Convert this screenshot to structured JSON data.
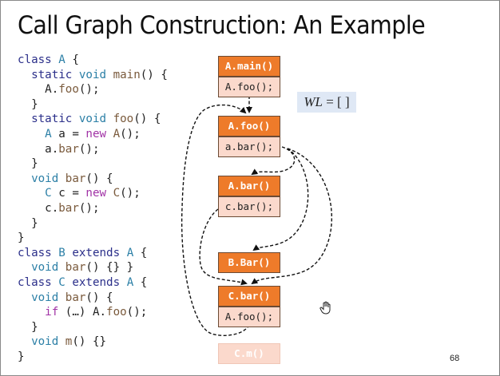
{
  "slide": {
    "title": "Call Graph Construction: An Example",
    "page_number": "68",
    "worklist_label": "WL",
    "worklist_value": "= [ ]"
  },
  "code": [
    [
      {
        "t": "class ",
        "c": "kw"
      },
      {
        "t": "A",
        "c": "ty"
      },
      {
        "t": " {",
        "c": "pl"
      }
    ],
    [
      {
        "t": "  static ",
        "c": "kw"
      },
      {
        "t": "void ",
        "c": "ty"
      },
      {
        "t": "main",
        "c": "fn"
      },
      {
        "t": "() {",
        "c": "pl"
      }
    ],
    [
      {
        "t": "    A.",
        "c": "pl"
      },
      {
        "t": "foo",
        "c": "fn"
      },
      {
        "t": "();",
        "c": "pl"
      }
    ],
    [
      {
        "t": "  }",
        "c": "pl"
      }
    ],
    [
      {
        "t": "  static ",
        "c": "kw"
      },
      {
        "t": "void ",
        "c": "ty"
      },
      {
        "t": "foo",
        "c": "fn"
      },
      {
        "t": "() {",
        "c": "pl"
      }
    ],
    [
      {
        "t": "    A ",
        "c": "ty"
      },
      {
        "t": "a = ",
        "c": "pl"
      },
      {
        "t": "new ",
        "c": "nw"
      },
      {
        "t": "A",
        "c": "fn"
      },
      {
        "t": "();",
        "c": "pl"
      }
    ],
    [
      {
        "t": "    a.",
        "c": "pl"
      },
      {
        "t": "bar",
        "c": "fn"
      },
      {
        "t": "();",
        "c": "pl"
      }
    ],
    [
      {
        "t": "  }",
        "c": "pl"
      }
    ],
    [
      {
        "t": "  void ",
        "c": "ty"
      },
      {
        "t": "bar",
        "c": "fn"
      },
      {
        "t": "() {",
        "c": "pl"
      }
    ],
    [
      {
        "t": "    C ",
        "c": "ty"
      },
      {
        "t": "c = ",
        "c": "pl"
      },
      {
        "t": "new ",
        "c": "nw"
      },
      {
        "t": "C",
        "c": "fn"
      },
      {
        "t": "();",
        "c": "pl"
      }
    ],
    [
      {
        "t": "    c.",
        "c": "pl"
      },
      {
        "t": "bar",
        "c": "fn"
      },
      {
        "t": "();",
        "c": "pl"
      }
    ],
    [
      {
        "t": "  }",
        "c": "pl"
      }
    ],
    [
      {
        "t": "}",
        "c": "pl"
      }
    ],
    [
      {
        "t": "class ",
        "c": "kw"
      },
      {
        "t": "B ",
        "c": "ty"
      },
      {
        "t": "extends ",
        "c": "kw"
      },
      {
        "t": "A",
        "c": "ty"
      },
      {
        "t": " {",
        "c": "pl"
      }
    ],
    [
      {
        "t": "  void ",
        "c": "ty"
      },
      {
        "t": "bar",
        "c": "fn"
      },
      {
        "t": "() {} }",
        "c": "pl"
      }
    ],
    [
      {
        "t": "class ",
        "c": "kw"
      },
      {
        "t": "C ",
        "c": "ty"
      },
      {
        "t": "extends ",
        "c": "kw"
      },
      {
        "t": "A",
        "c": "ty"
      },
      {
        "t": " {",
        "c": "pl"
      }
    ],
    [
      {
        "t": "  void ",
        "c": "ty"
      },
      {
        "t": "bar",
        "c": "fn"
      },
      {
        "t": "() {",
        "c": "pl"
      }
    ],
    [
      {
        "t": "    if ",
        "c": "nw"
      },
      {
        "t": "(…) A.",
        "c": "pl"
      },
      {
        "t": "foo",
        "c": "fn"
      },
      {
        "t": "();",
        "c": "pl"
      }
    ],
    [
      {
        "t": "  }",
        "c": "pl"
      }
    ],
    [
      {
        "t": "  void ",
        "c": "ty"
      },
      {
        "t": "m",
        "c": "fn"
      },
      {
        "t": "() {}",
        "c": "pl"
      }
    ],
    [
      {
        "t": "}",
        "c": "pl"
      }
    ]
  ],
  "graph": {
    "nodes": [
      {
        "id": "a-main",
        "method": "A.main()",
        "call": "A.foo();"
      },
      {
        "id": "a-foo",
        "method": "A.foo()",
        "call": "a.bar();"
      },
      {
        "id": "a-bar",
        "method": "A.bar()",
        "call": "c.bar();"
      },
      {
        "id": "b-bar",
        "method": "B.Bar()"
      },
      {
        "id": "c-bar",
        "method": "C.bar()",
        "call": "A.foo();"
      },
      {
        "id": "c-m",
        "method": "C.m()",
        "reachable": false
      }
    ],
    "edges": [
      {
        "from": "a-main",
        "to": "a-foo"
      },
      {
        "from": "a-foo",
        "to": "a-bar"
      },
      {
        "from": "a-foo",
        "to": "b-bar"
      },
      {
        "from": "a-foo",
        "to": "c-bar"
      },
      {
        "from": "a-bar",
        "to": "c-bar"
      },
      {
        "from": "c-bar",
        "to": "a-foo"
      }
    ]
  },
  "colors": {
    "node_header": "#ee7b2a",
    "node_body": "#fbd9cc",
    "worklist_bg": "#dfe8f5"
  }
}
